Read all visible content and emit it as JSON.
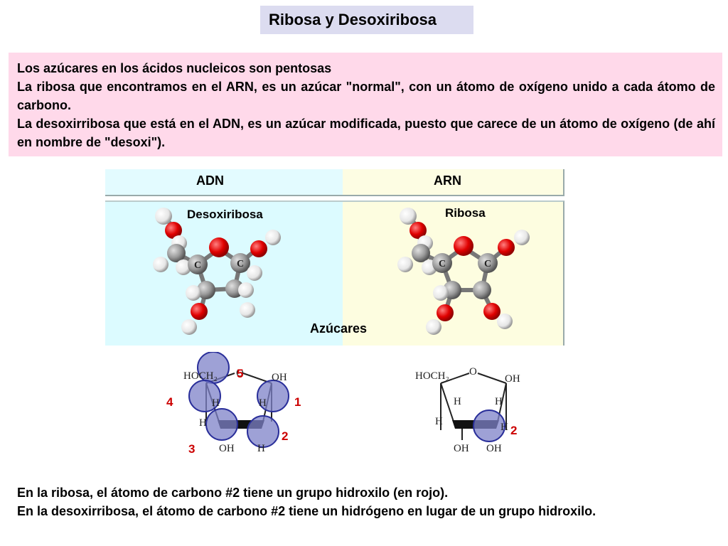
{
  "title": "Ribosa y Desoxiribosa",
  "intro": {
    "p1": "Los azúcares en los ácidos nucleicos son pentosas",
    "p2": "La ribosa que encontramos en el ARN, es un azúcar \"normal\", con un átomo de oxígeno unido a cada átomo de carbono.",
    "p3": "La desoxirribosa que está en el ADN, es un azúcar modificada, puesto que carece de un átomo de oxígeno (de ahí en nombre de \"desoxi\")."
  },
  "models": {
    "left_header": "ADN",
    "right_header": "ARN",
    "left_name": "Desoxiribosa",
    "right_name": "Ribosa",
    "footer": "Azúcares",
    "carbon_label": "C"
  },
  "structures": {
    "left": {
      "hoch2": "HOCH₂",
      "o": "O",
      "oh_top": "OH",
      "h_left": "H",
      "h_right": "H",
      "h_bottom_left": "H",
      "oh_bottom": "OH",
      "h_bottom": "H",
      "numbers": [
        "5",
        "4",
        "1",
        "3",
        "2"
      ]
    },
    "right": {
      "hoch2": "HOCH₂",
      "o": "O",
      "oh_top": "OH",
      "h_left": "H",
      "h_right": "H",
      "h_bottom_left": "H",
      "h_bottom_right": "H",
      "oh_bottom": "OH",
      "oh_bottom2": "OH",
      "numbers": [
        "2"
      ]
    }
  },
  "outro": {
    "p1": "En la ribosa, el átomo de carbono #2 tiene un grupo hidroxilo (en rojo).",
    "p2": "En la desoxirribosa, el átomo de carbono  #2 tiene un hidrógeno en lugar de un grupo hidroxilo."
  },
  "colors": {
    "highlight_circle": "#7d82c8",
    "number_red": "#cc0000",
    "oxygen": "#e00000",
    "hydrogen": "#f0f0f0",
    "carbon": "#9a9a9a"
  }
}
